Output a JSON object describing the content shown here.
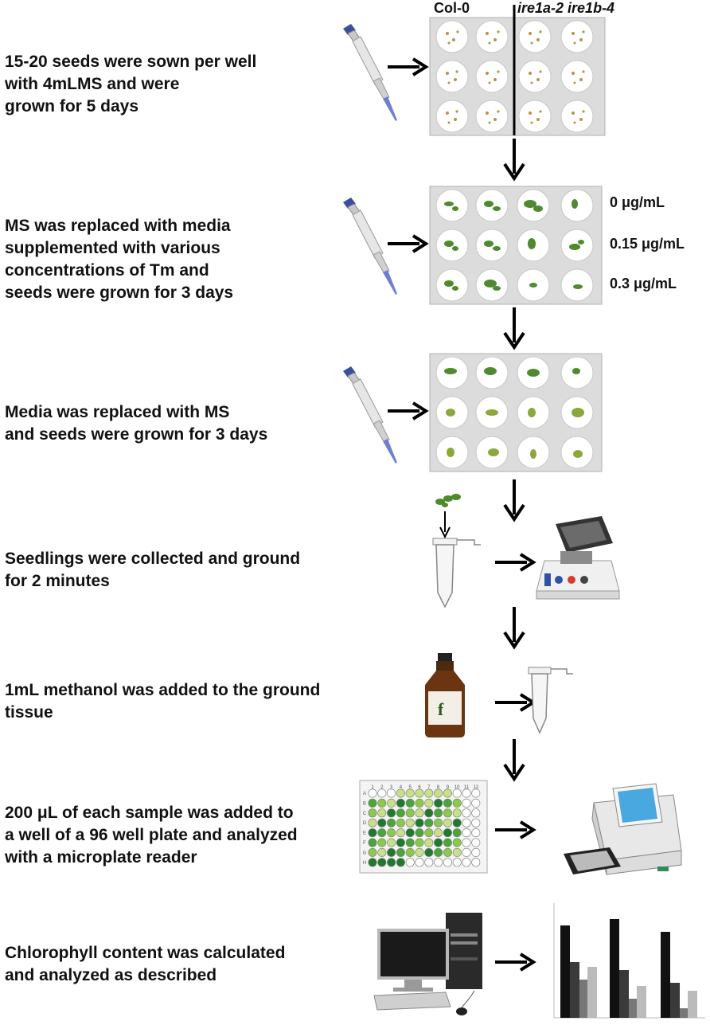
{
  "steps": [
    {
      "lines": [
        "15-20 seeds were sown per well",
        "with 4mLMS and were",
        "grown for 5 days"
      ]
    },
    {
      "lines": [
        "MS was replaced with media",
        "supplemented with various",
        "concentrations of Tm and",
        "seeds were grown for 3 days"
      ]
    },
    {
      "lines": [
        "Media was replaced with MS",
        "and seeds were grown for 3 days"
      ]
    },
    {
      "lines": [
        "Seedlings were collected and ground",
        "for 2 minutes"
      ]
    },
    {
      "lines": [
        "1mL methanol was added to the ground",
        "tissue"
      ]
    },
    {
      "lines": [
        "200 μL of each sample was added to",
        "a well of a 96 well plate and analyzed",
        "with a microplate reader"
      ]
    },
    {
      "lines": [
        "Chlorophyll content was calculated",
        "and analyzed as described"
      ]
    }
  ],
  "plate_labels": {
    "col0": "Col-0",
    "mutant": "ire1a-2 ire1b-4"
  },
  "concentrations": [
    "0 μg/mL",
    "0.15 μg/mL",
    "0.3 μg/mL"
  ],
  "plate96": {
    "cols": [
      "1",
      "2",
      "3",
      "4",
      "5",
      "6",
      "7",
      "8",
      "9",
      "10",
      "11",
      "12"
    ],
    "rows": [
      "A",
      "B",
      "C",
      "D",
      "E",
      "F",
      "G",
      "H"
    ]
  },
  "colors": {
    "plate": "#dcdcdc",
    "seed": "#b8924a",
    "seedling": "#4f8a2e",
    "arrow": "#000000"
  },
  "icons": [
    "pipette-icon",
    "tube-icon",
    "homogenizer-icon",
    "methanol-bottle-icon",
    "microplate-reader-icon",
    "computer-icon",
    "bar-chart-icon"
  ]
}
